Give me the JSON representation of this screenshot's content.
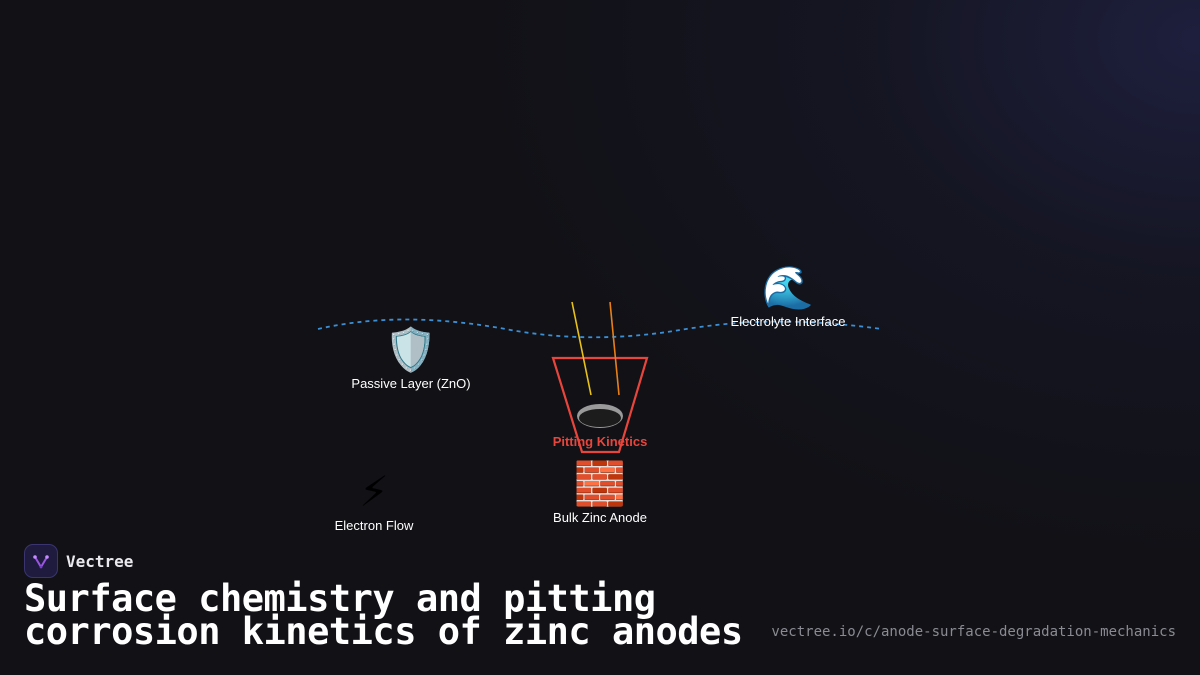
{
  "diagram": {
    "nodes": {
      "electrolyte_interface": {
        "icon": "water-wave-icon",
        "glyph": "🌊",
        "label": "Electrolyte Interface"
      },
      "passive_layer": {
        "icon": "shield-icon",
        "glyph": "🛡️",
        "label": "Passive Layer (ZnO)"
      },
      "pitting": {
        "icon": "pit-icon",
        "label": "Pitting Kinetics",
        "color": "#e8453c"
      },
      "bulk_anode": {
        "icon": "brick-icon",
        "glyph": "🧱",
        "label": "Bulk Zinc Anode"
      },
      "electron_flow": {
        "icon": "lightning-icon",
        "glyph": "⚡",
        "label": "Electron Flow"
      }
    },
    "colors": {
      "interface_line": "#3a8fd6",
      "pit_outline": "#e8453c",
      "ray_yellow": "#e8c21a",
      "ray_orange": "#e8801a"
    }
  },
  "branding": {
    "name": "Vectree",
    "logo_icon": "vectree-logo-icon"
  },
  "title": "Surface chemistry and pitting corrosion kinetics of zinc anodes",
  "url": "vectree.io/c/anode-surface-degradation-mechanics",
  "background_color": "#111116"
}
